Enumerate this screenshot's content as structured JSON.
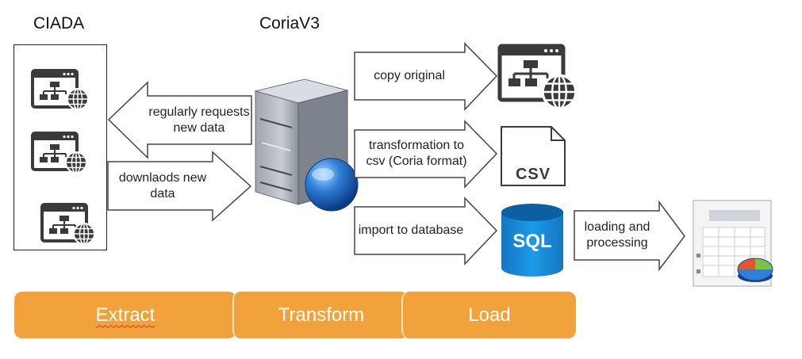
{
  "titles": {
    "source": "CIADA",
    "server": "CoriaV3"
  },
  "arrows": {
    "requests": "regularly requests\nnew data",
    "downloads": "downlaods new\ndata",
    "copy": "copy original",
    "transform": "transformation to\ncsv (Coria format)",
    "import": "import to database",
    "loading": "loading and\nprocessing"
  },
  "icons": {
    "csv": "CSV",
    "sql": "SQL"
  },
  "phases": {
    "extract": "Extract",
    "transform": "Transform",
    "load": "Load"
  },
  "colors": {
    "phase": "#f2a23a",
    "globe": "#2f5fa8",
    "sql": "#1b8fd6",
    "icon_dark": "#3a3a3a"
  }
}
